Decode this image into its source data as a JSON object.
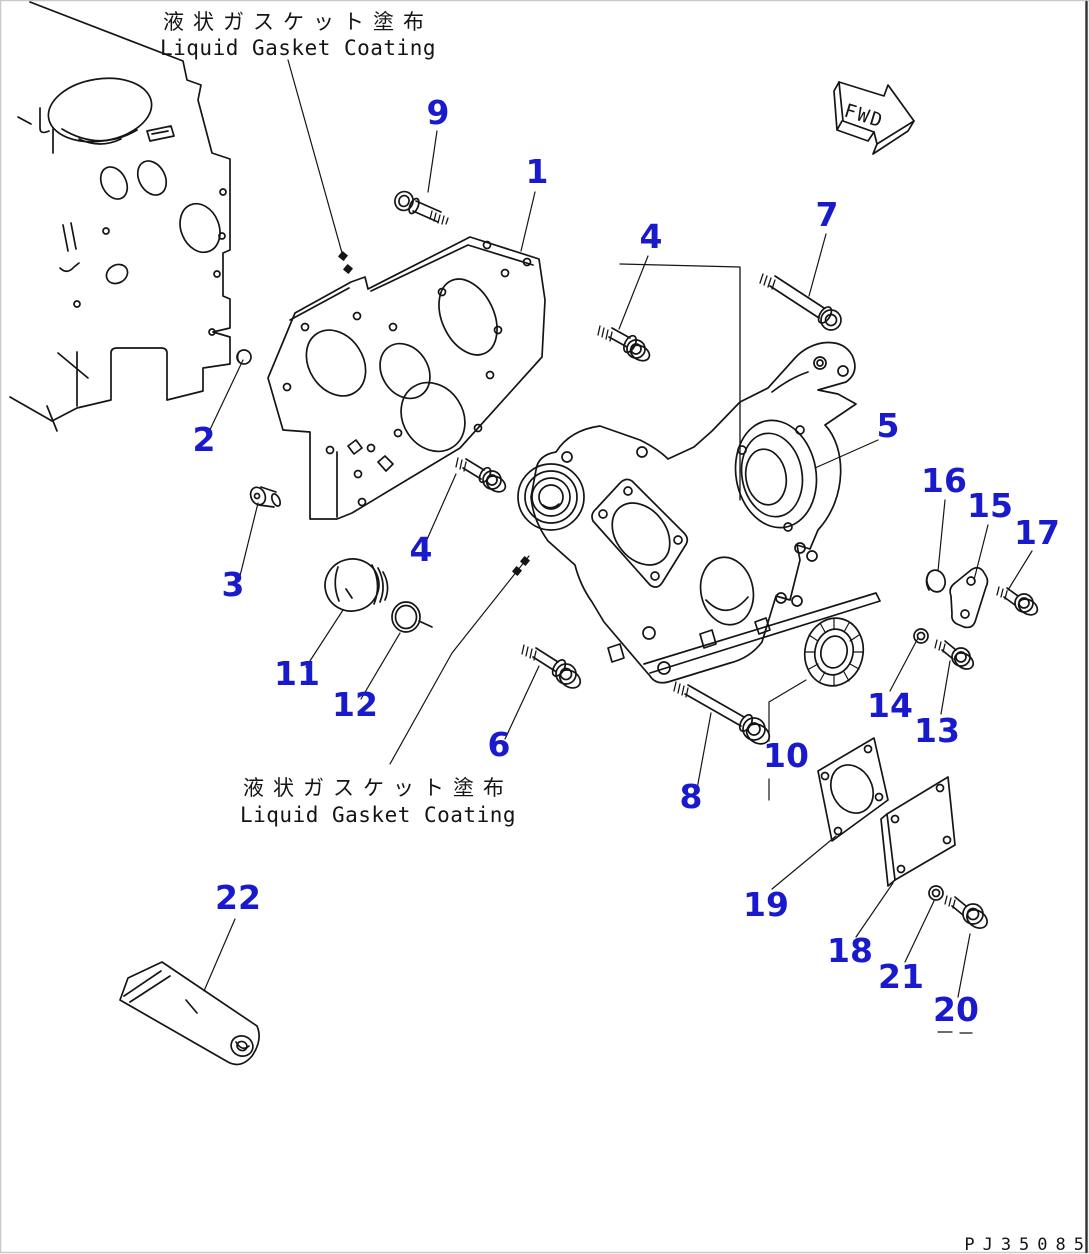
{
  "palette": {
    "background": "#ffffff",
    "line": "#151515",
    "callout_blue": "#1a1acd",
    "frame_gray": "#c9c9c9",
    "right_border": "#2e2e2e"
  },
  "notes": {
    "top": {
      "jp": "液状ガスケット塗布",
      "en": "Liquid Gasket Coating"
    },
    "bottom": {
      "jp": "液状ガスケット塗布",
      "en": "Liquid Gasket Coating"
    }
  },
  "direction_arrow": {
    "label": "FWD"
  },
  "drawing_number": "PJ35085",
  "callouts": [
    {
      "label": "9"
    },
    {
      "label": "1"
    },
    {
      "label": "4"
    },
    {
      "label": "7"
    },
    {
      "label": "2"
    },
    {
      "label": "3"
    },
    {
      "label": "11"
    },
    {
      "label": "12"
    },
    {
      "label": "4"
    },
    {
      "label": "5"
    },
    {
      "label": "16"
    },
    {
      "label": "15"
    },
    {
      "label": "17"
    },
    {
      "label": "6"
    },
    {
      "label": "8"
    },
    {
      "label": "10"
    },
    {
      "label": "14"
    },
    {
      "label": "13"
    },
    {
      "label": "19"
    },
    {
      "label": "18"
    },
    {
      "label": "21"
    },
    {
      "label": "20"
    },
    {
      "label": "22"
    }
  ]
}
